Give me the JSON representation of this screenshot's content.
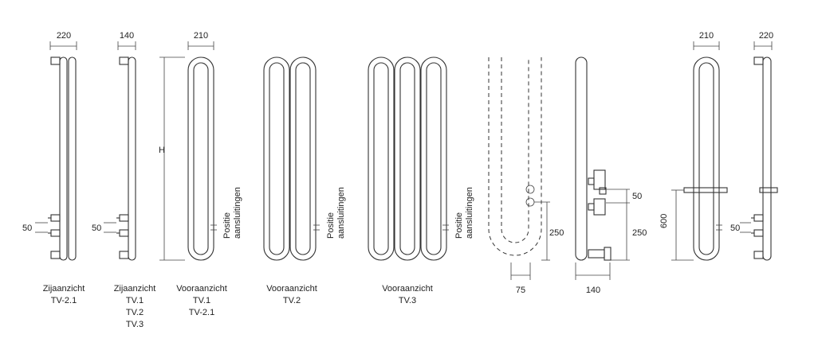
{
  "dimensions": {
    "side_21_width": "220",
    "side_1_width": "140",
    "front_1_width": "210",
    "height": "H",
    "side_21_spacing": "50",
    "side_1_spacing": "50",
    "dashed_h": "250",
    "dashed_width": "75",
    "side_conn_spacing": "50",
    "side_conn_h": "250",
    "side_conn_width": "140",
    "rail_front_width": "210",
    "rail_side_width": "220",
    "rail_height": "600",
    "rail_spacing": "50"
  },
  "connection_label": {
    "line1": "Positie",
    "line2": "aansluitingen"
  },
  "captions": [
    {
      "lines": [
        "Zijaanzicht",
        "TV-2.1"
      ]
    },
    {
      "lines": [
        "Zijaanzicht",
        "TV.1",
        "TV.2",
        "TV.3"
      ]
    },
    {
      "lines": [
        "Vooraanzicht",
        "TV.1",
        "TV-2.1"
      ]
    },
    {
      "lines": [
        "Vooraanzicht",
        "TV.2"
      ]
    },
    {
      "lines": [
        "Vooraanzicht",
        "TV.3"
      ]
    }
  ]
}
